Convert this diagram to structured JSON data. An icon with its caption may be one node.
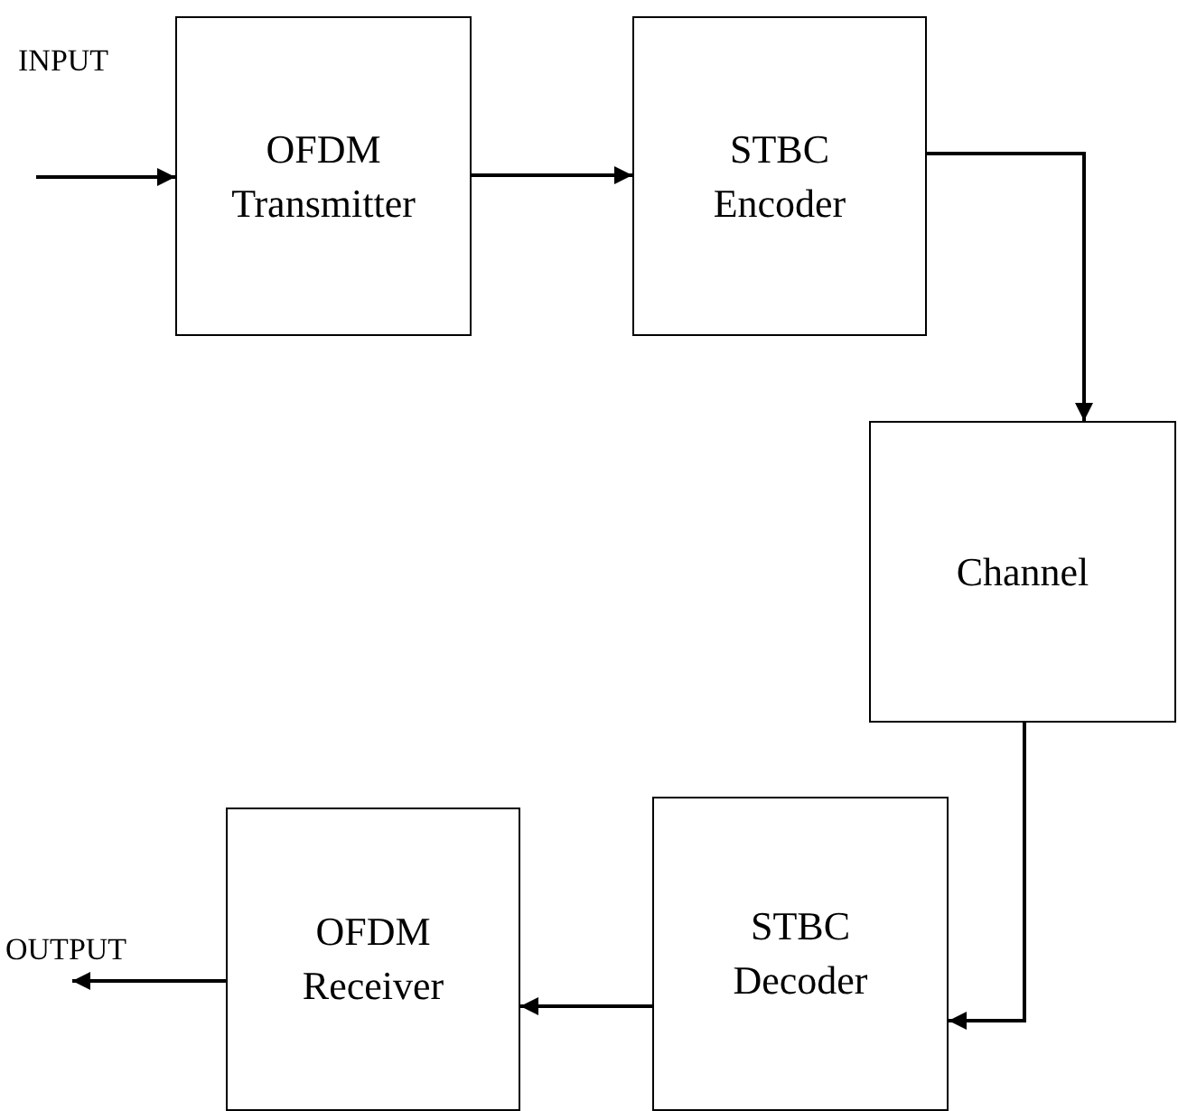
{
  "diagram": {
    "nodes": [
      {
        "text": [
          "OFDM Transmitter"
        ]
      },
      {
        "text": [
          "STBC Encoder"
        ]
      },
      {
        "text": [
          "Channel"
        ]
      },
      {
        "text": [
          "STBC Decoder"
        ]
      },
      {
        "text": [
          "OFDM Receiver"
        ]
      },
      {
        "text": [
          "OUTPUT"
        ]
      }
    ],
    "edges": [
      {
        "from": null,
        "to": 0,
        "arrow": "to"
      },
      {
        "from": 0,
        "to": 1,
        "arrow": "to"
      },
      {
        "from": 1,
        "to": 2,
        "arrow": "to"
      },
      {
        "from": 2,
        "to": 3,
        "arrow": "to"
      },
      {
        "from": 3,
        "to": 4,
        "arrow": "to"
      },
      {
        "from": 4,
        "to": 5,
        "arrow": "to"
      }
    ],
    "labels": [
      "INPUT"
    ]
  }
}
